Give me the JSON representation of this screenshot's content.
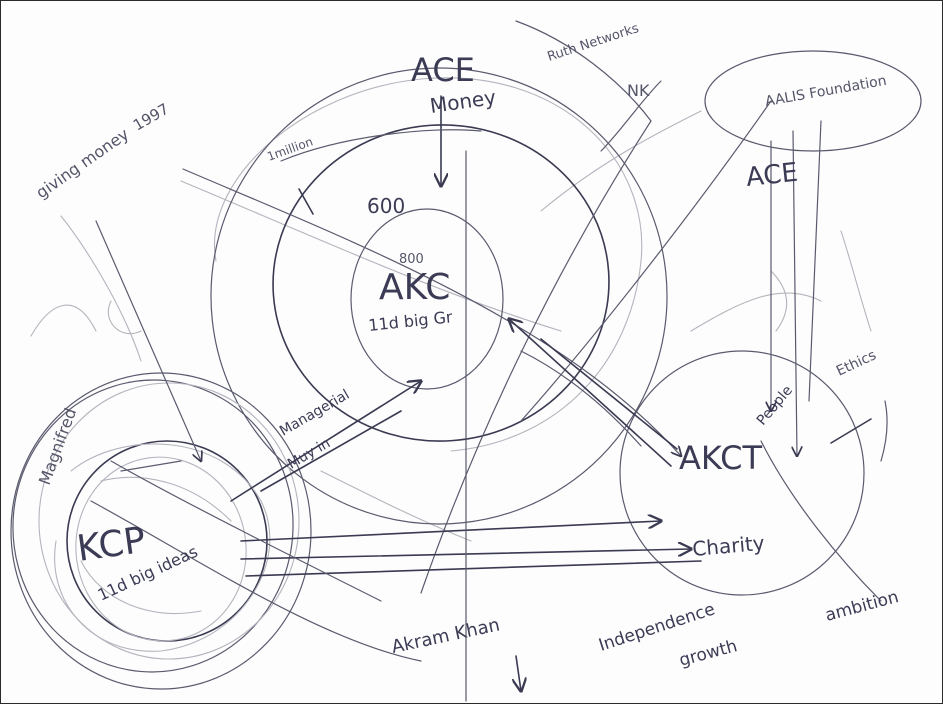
{
  "diagram": {
    "nodes": {
      "ace_top": "ACE",
      "money": "Money",
      "ruth_networks": "Ruth Networks",
      "nk": "NK",
      "aalis_foundation": "AALIS Foundation",
      "ace_right": "ACE",
      "million": "1million",
      "six_hundred": "600",
      "eight_hundred": "800",
      "akc": "AKC",
      "akc_sub": "11d big Gr",
      "giving_money": "giving money",
      "year_1997": "1997",
      "akct": "AKCT",
      "people": "People",
      "charity": "Charity",
      "managerial": "Managerial",
      "tiny_in": "Muy in",
      "kcp": "KCP",
      "kcp_sub": "11d big ideas",
      "magnifred": "Magnifred",
      "akram_khan": "Akram Khan",
      "independence": "Independence",
      "growth": "growth",
      "ambition": "ambition",
      "ethics": "Ethics"
    },
    "colors": {
      "ink": "#3a3a52",
      "faint": "#b4b4be",
      "paper": "#fdfdfd"
    }
  }
}
